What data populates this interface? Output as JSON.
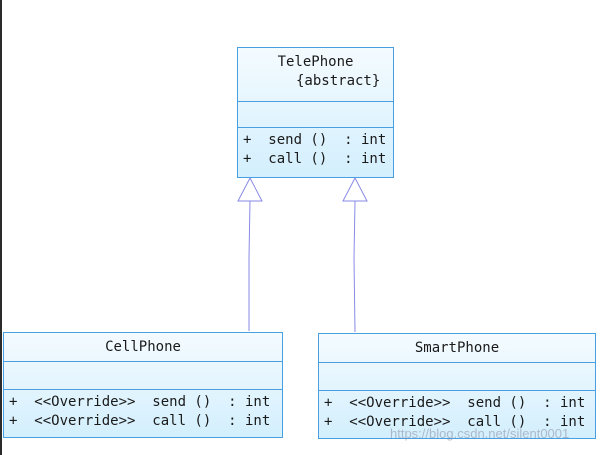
{
  "classes": {
    "telephone": {
      "name": "TelePhone",
      "stereotype": "{abstract}",
      "methods": [
        "+  send ()  : int",
        "+  call ()  : int"
      ]
    },
    "cellphone": {
      "name": "CellPhone",
      "methods": [
        "+  <<Override>>  send ()  : int",
        "+  <<Override>>  call ()  : int"
      ]
    },
    "smartphone": {
      "name": "SmartPhone",
      "methods": [
        "+  <<Override>>  send ()  : int",
        "+  <<Override>>  call ()  : int"
      ]
    }
  },
  "relations": [
    {
      "type": "generalization",
      "from": "CellPhone",
      "to": "TelePhone"
    },
    {
      "type": "generalization",
      "from": "SmartPhone",
      "to": "TelePhone"
    }
  ],
  "watermark": "https://blog.csdn.net/silent0001",
  "colors": {
    "class_border": "#4a9fe0",
    "class_fill_top": "#f4fbff",
    "class_fill_bottom": "#d3effd",
    "connector": "#8a8ae6"
  }
}
